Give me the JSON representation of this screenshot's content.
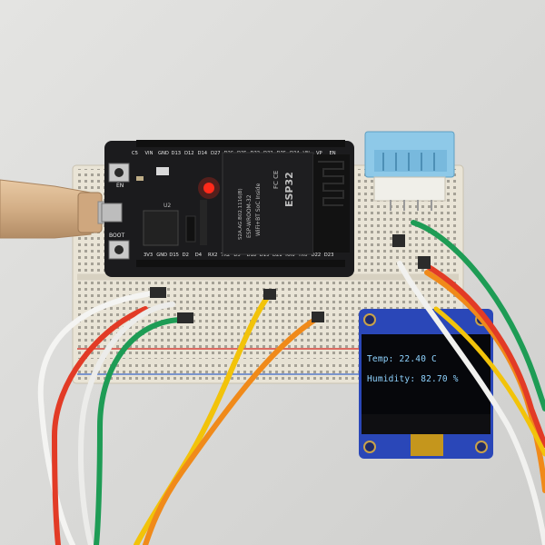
{
  "scene": {
    "description": "Photo of an ESP32 dev board wired on a breadboard to a DHT11 sensor and an OLED display"
  },
  "esp32": {
    "pin_labels_top": [
      "C5",
      "VIN",
      "GND",
      "D13",
      "D12",
      "D14",
      "D27",
      "D26",
      "D25",
      "D33",
      "D32",
      "D35",
      "D34",
      "VN",
      "VP",
      "EN"
    ],
    "pin_labels_bottom": [
      "3V3",
      "GND",
      "D15",
      "D2",
      "D4",
      "RX2",
      "TX2",
      "D5",
      "D18",
      "D19",
      "D21",
      "RX0",
      "TX0",
      "D22",
      "D23"
    ],
    "button_en": "EN",
    "button_boot": "BOOT",
    "chip_u2": "U2",
    "module": {
      "brand": "ESP32",
      "line1": "WiFi+BT SoC Inside",
      "line2": "ESP-WROOM-32",
      "line3": "S2A.AG.B02.1116(B)"
    }
  },
  "oled": {
    "line1": "Temp: 22.40 C",
    "line2": "Humidity: 82.70 %"
  },
  "colors": {
    "background": "#d9d9d7",
    "breadboard": "#e9e4d6",
    "pcb": "#1b1b1d",
    "oled_pcb": "#2a47b8",
    "oled_text": "#8fd3ff",
    "sensor": "#8ec9e8",
    "led": "#ff2a1a"
  }
}
